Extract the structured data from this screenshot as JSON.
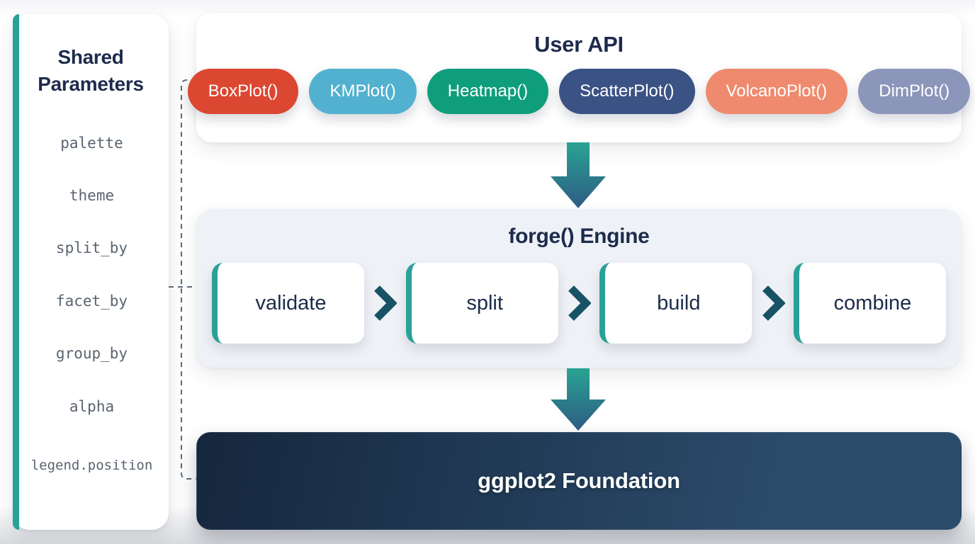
{
  "sidebar": {
    "title_line1": "Shared",
    "title_line2": "Parameters",
    "accent_color": "#2aa198",
    "items": [
      {
        "label": "palette"
      },
      {
        "label": "theme"
      },
      {
        "label": "split_by"
      },
      {
        "label": "facet_by"
      },
      {
        "label": "group_by"
      },
      {
        "label": "alpha"
      },
      {
        "label": "legend.position"
      }
    ]
  },
  "user_api": {
    "title": "User API",
    "pills": [
      {
        "label": "BoxPlot()",
        "color": "#dc4731"
      },
      {
        "label": "KMPlot()",
        "color": "#52b1cf"
      },
      {
        "label": "Heatmap()",
        "color": "#0f9e7b"
      },
      {
        "label": "ScatterPlot()",
        "color": "#3b5284"
      },
      {
        "label": "VolcanoPlot()",
        "color": "#ef8a6e"
      },
      {
        "label": "DimPlot()",
        "color": "#8b96ba"
      }
    ]
  },
  "engine": {
    "title": "forge() Engine",
    "bg_color": "#eef1f6",
    "step_accent_color": "#2aa198",
    "chevron_color": "#175365",
    "steps": [
      {
        "label": "validate"
      },
      {
        "label": "split"
      },
      {
        "label": "build"
      },
      {
        "label": "combine"
      }
    ]
  },
  "foundation": {
    "title": "ggplot2 Foundation",
    "gradient_left": "#15273d",
    "gradient_right": "#2b4b6b"
  },
  "arrows": {
    "gradient_top": "#29a392",
    "gradient_bottom": "#2e5b84"
  },
  "connector": {
    "color": "#5d6a77"
  },
  "text_colors": {
    "heading": "#1d2b4c",
    "parameter": "#5a6470"
  }
}
